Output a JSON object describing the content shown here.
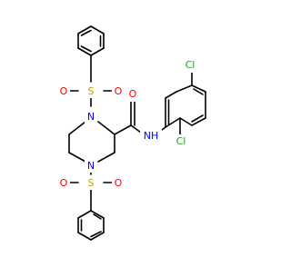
{
  "molecule": {
    "atoms": {
      "N1": "N",
      "N4": "N",
      "S_top": "S",
      "S_bottom": "S",
      "O_s1_left": "O",
      "O_s1_right": "O",
      "O_s2_left": "O",
      "O_s2_right": "O",
      "O_amide": "O",
      "NH": "NH",
      "Cl_top": "Cl",
      "Cl_bottom": "Cl"
    }
  },
  "colors": {
    "nitrogen": "#0000FF",
    "oxygen": "#FF0000",
    "sulfur": "#C8A000",
    "chlorine": "#1FA01F",
    "bond": "#000000"
  }
}
